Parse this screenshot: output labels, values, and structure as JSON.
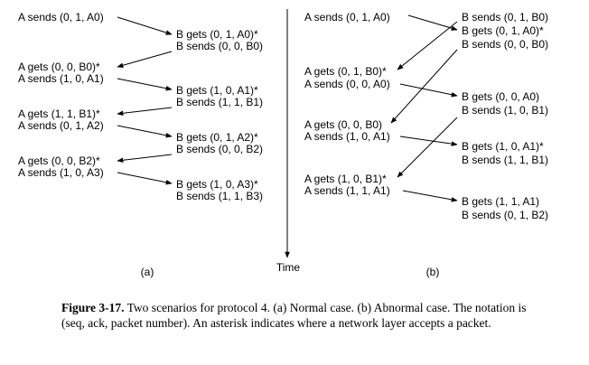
{
  "scenario_a": {
    "label": "(a)",
    "left_texts": [
      "A sends (0, 1, A0)",
      "A gets (0, 0, B0)*",
      "A sends (1, 0, A1)",
      "A gets (1, 1, B1)*",
      "A sends (0, 1, A2)",
      "A gets (0, 0, B2)*",
      "A sends (1, 0, A3)"
    ],
    "right_texts": [
      "B gets (0, 1, A0)*",
      "B sends (0, 0, B0)",
      "B gets (1, 0, A1)*",
      "B sends (1, 1, B1)",
      "B gets (0, 1, A2)*",
      "B sends (0, 0, B2)",
      "B gets (1, 0, A3)*",
      "B sends (1, 1, B3)"
    ]
  },
  "scenario_b": {
    "label": "(b)",
    "left_texts": [
      "A sends (0, 1, A0)",
      "A gets (0, 1, B0)*",
      "A sends (0, 0, A0)",
      "A gets (0, 0, B0)",
      "A sends (1, 0, A1)",
      "A gets (1, 0, B1)*",
      "A sends (1, 1, A1)"
    ],
    "right_texts": [
      "B sends (0, 1, B0)",
      "B gets (0, 1, A0)*",
      "B sends (0, 0, B0)",
      "B gets (0, 0, A0)",
      "B sends (1, 0, B1)",
      "B gets (1, 0, A1)*",
      "B sends (1, 1, B1)",
      "B gets (1, 1, A1)",
      "B sends (0, 1, B2)"
    ]
  },
  "time_label": "Time",
  "caption": {
    "bold": "Figure 3-17.",
    "text": " Two scenarios for protocol 4. (a) Normal case. (b) Abnormal case. The notation is (seq, ack, packet number). An asterisk indicates where a network layer accepts a packet."
  }
}
